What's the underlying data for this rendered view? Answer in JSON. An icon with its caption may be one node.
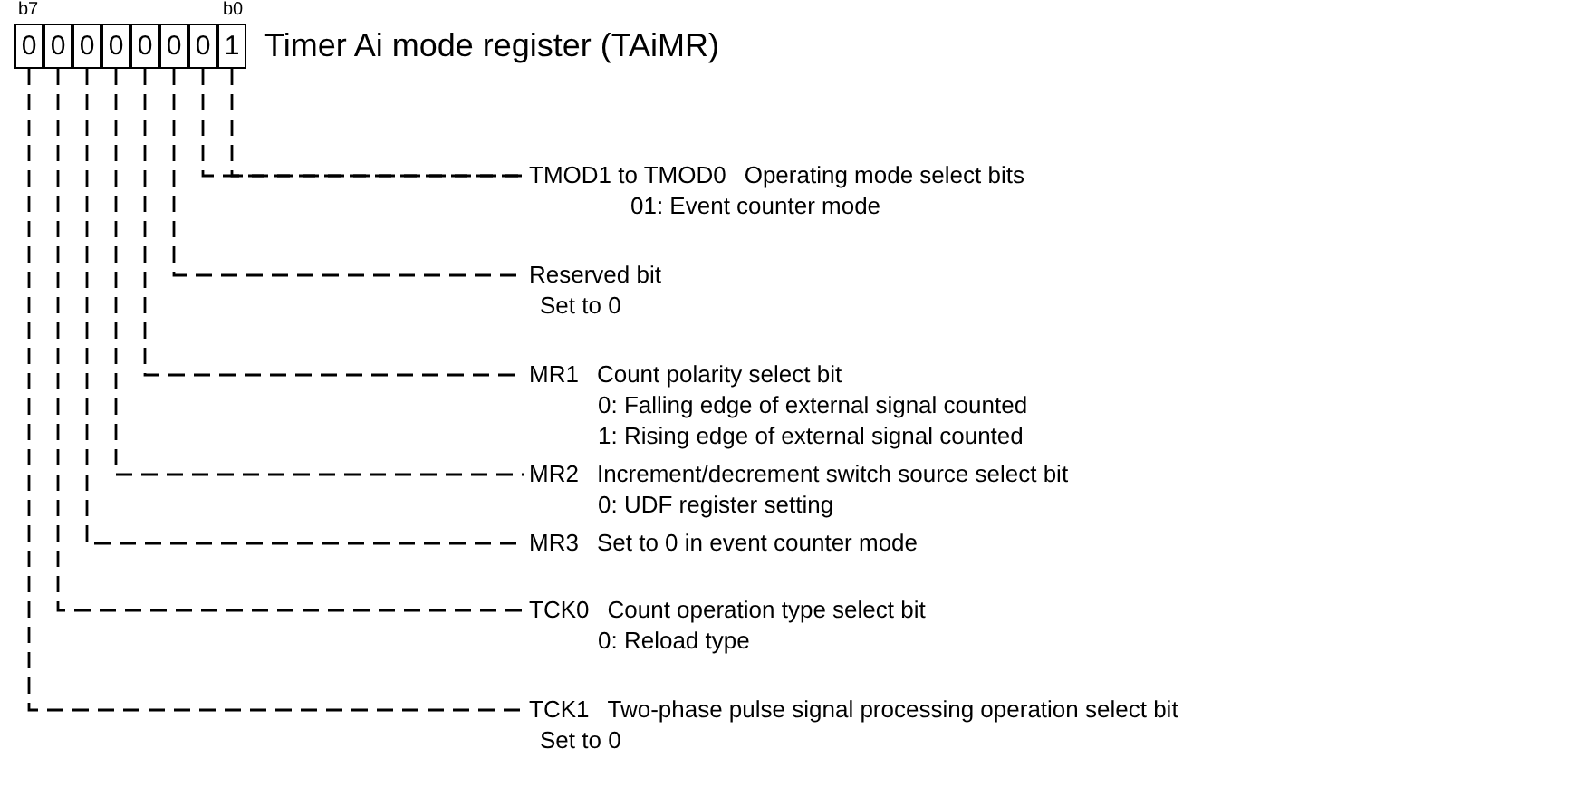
{
  "diagram": {
    "title": "Timer Ai mode register (TAiMR)",
    "nodes": [
      {
        "text": [
          "0"
        ]
      },
      {
        "text": [
          "0"
        ]
      },
      {
        "text": [
          "0"
        ]
      },
      {
        "text": [
          "0"
        ]
      },
      {
        "text": [
          "0"
        ]
      },
      {
        "text": [
          "0"
        ]
      },
      {
        "text": [
          "0"
        ]
      },
      {
        "text": [
          "1"
        ]
      },
      {
        "text": [
          "TMOD1 to TMOD0",
          "Operating mode select bits",
          "01: Event counter mode"
        ]
      },
      {
        "text": [
          "Reserved bit",
          "Set to 0"
        ]
      },
      {
        "text": [
          "MR1",
          "Count polarity select bit",
          "0: Falling edge of external signal counted",
          "1: Rising edge of external signal counted"
        ]
      },
      {
        "text": [
          "MR2",
          "Increment/decrement switch source select bit",
          "0: UDF register setting"
        ]
      },
      {
        "text": [
          "MR3",
          "Set to 0 in event counter mode"
        ]
      },
      {
        "text": [
          "TCK0",
          "Count operation type select bit",
          "0: Reload type"
        ]
      },
      {
        "text": [
          "TCK1",
          "Two-phase pulse signal processing operation select bit",
          "Set to 0"
        ]
      }
    ],
    "edges": [
      {
        "from": 6,
        "to": 8,
        "arrow": "none",
        "style": "dashed"
      },
      {
        "from": 7,
        "to": 8,
        "arrow": "none",
        "style": "dashed"
      },
      {
        "from": 5,
        "to": 9,
        "arrow": "none",
        "style": "dashed"
      },
      {
        "from": 4,
        "to": 10,
        "arrow": "none",
        "style": "dashed"
      },
      {
        "from": 3,
        "to": 11,
        "arrow": "none",
        "style": "dashed"
      },
      {
        "from": 2,
        "to": 12,
        "arrow": "none",
        "style": "dashed"
      },
      {
        "from": 1,
        "to": 13,
        "arrow": "none",
        "style": "dashed"
      },
      {
        "from": 0,
        "to": 14,
        "arrow": "none",
        "style": "dashed"
      }
    ],
    "labels": [
      "b7",
      "b0"
    ]
  }
}
